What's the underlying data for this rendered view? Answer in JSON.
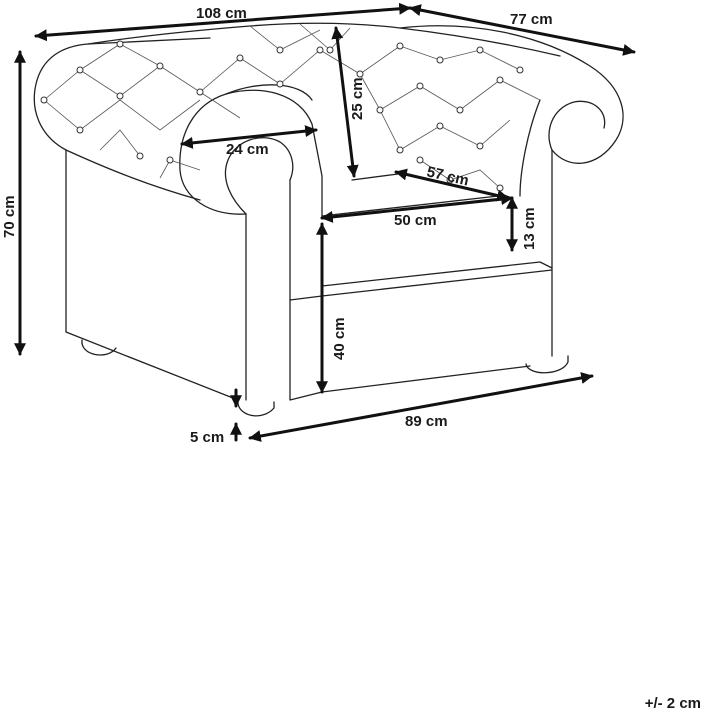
{
  "dimensions": {
    "width": "108 cm",
    "depth": "77 cm",
    "height": "70 cm",
    "back_height": "25 cm",
    "arm_width": "24 cm",
    "seat_depth": "57 cm",
    "seat_width": "50 cm",
    "cushion_height": "13 cm",
    "seat_height": "40 cm",
    "leg_height": "5 cm",
    "base_width": "89 cm"
  },
  "tolerance": "+/- 2 cm",
  "colors": {
    "line": "#222222",
    "dimension_arrow": "#111111",
    "background": "#ffffff"
  }
}
